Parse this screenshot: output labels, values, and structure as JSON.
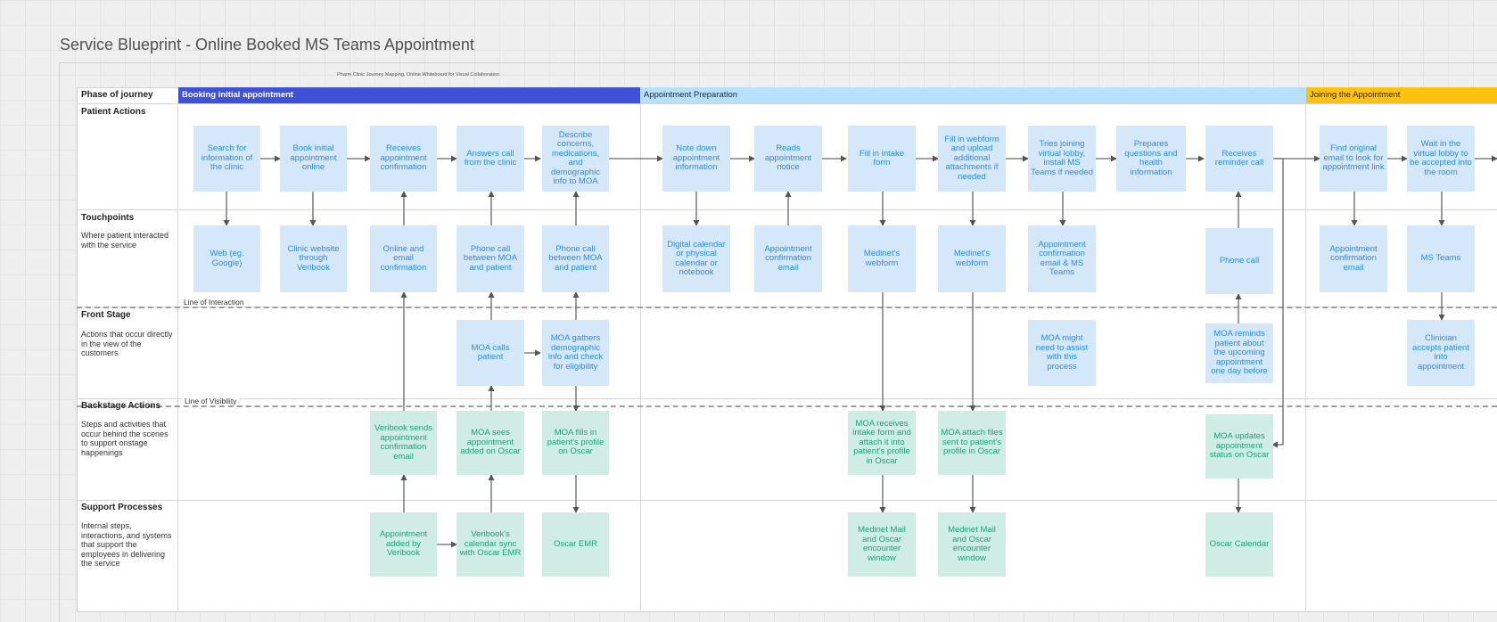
{
  "title": "Service Blueprint - Online Booked MS Teams Appointment",
  "subtitle": "Pharm Clinic Journey Mapping, Online Whiteboard for Visual Collaboration",
  "colors": {
    "phase_booking": "#3f51d6",
    "phase_preparation": "#b7e1fb",
    "phase_joining": "#ffc20e",
    "card_blue": "#d4e8fa",
    "card_green": "#cfede4"
  },
  "phase_label": "Phase of journey",
  "phases": [
    "Booking initial appointment",
    "Appointment Preparation",
    "Joining the Appointment"
  ],
  "lanes": {
    "patient": {
      "title": "Patient Actions"
    },
    "touch": {
      "title": "Touchpoints",
      "desc": "Where patient interacted with the service"
    },
    "front": {
      "title": "Front Stage",
      "desc": "Actions that occur directly in the view of the customers"
    },
    "back": {
      "title": "Backstage Actions",
      "desc": "Steps and activities that occur behind the scenes to support onstage happenings"
    },
    "support": {
      "title": "Support Processes",
      "desc": "Internal steps, interactions, and systems that support the employees in delivering the service"
    }
  },
  "line_of_interaction": "Line of Interaction",
  "line_of_visibility": "Line of Visibility",
  "cards": {
    "p1": "Search for information of the clinic",
    "p2": "Book initial appointment online",
    "p3": "Receives appointment confirmation",
    "p4": "Answers call from the clinic",
    "p5": "Describe concerns, medications, and demographic info to MOA",
    "p6": "Note down appointment information",
    "p7": "Reads appointment notice",
    "p8": "Fill in intake form",
    "p9": "Fill in webform and upload additional attachments if needed",
    "p10": "Tries joining virtual lobby, install MS Teams if needed",
    "p11": "Prepares questions and health information",
    "p12": "Receives reminder call",
    "p13": "Find original email to look for appointment link",
    "p14": "Wait in the virtual lobby to be accepted into the room",
    "t1": "Web (eg. Google)",
    "t2": "Clinic website through Veribook",
    "t3": "Online and email confirmation",
    "t4": "Phone call between MOA and patient",
    "t5": "Phone call between MOA and patient",
    "t6": "Digital calendar or physical calendar or notebook",
    "t7": "Appointment confirmation email",
    "t8": "Medinet's webform",
    "t9": "Medinet's webform",
    "t10": "Appointment confirmation email & MS Teams",
    "t11": "Phone call",
    "t12": "Appointment confirmation email",
    "t13": "MS Teams",
    "f1": "MOA calls patient",
    "f2": "MOA gathers demographic info and check for eligibility",
    "f3": "MOA might need to assist with this process",
    "f4": "MOA reminds patient about the upcoming appointment one day before",
    "f5": "Clinician accepts patient into appointment",
    "b1": "Veribook sends appointment confirmation email",
    "b2": "MOA sees appointment added on Oscar",
    "b3": "MOA fills in patient's profile on Oscar",
    "b4": "MOA receives intake form and attach it into patient's profile in Oscar",
    "b5": "MOA attach files sent to patient's profile in Oscar",
    "b6": "MOA updates appointment status on Oscar",
    "s1": "Appointment added by Veribook",
    "s2": "Veribook's calendar sync with Oscar EMR",
    "s3": "Oscar EMR",
    "s4": "Medinet Mail and Oscar encounter window",
    "s5": "Medinet Mail and Oscar encounter window",
    "s6": "Oscar Calendar"
  }
}
